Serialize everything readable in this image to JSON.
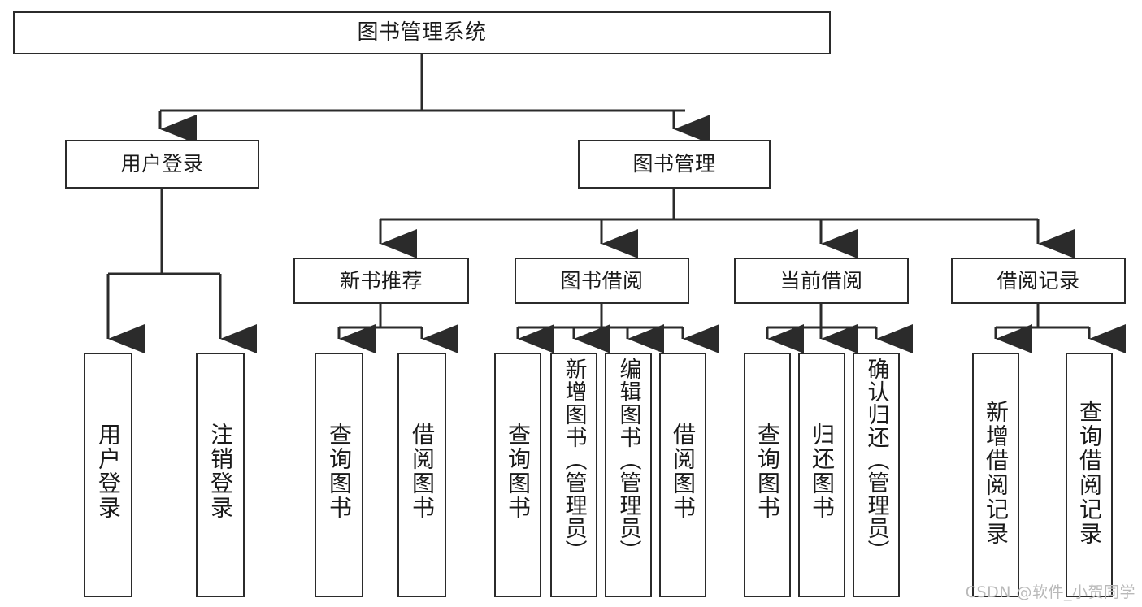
{
  "diagram": {
    "title": "图书管理系统",
    "type": "tree-hierarchy",
    "watermark": "CSDN @软件_小贺同学",
    "colors": {
      "box_border": "#2b2b2b",
      "box_fill": "#ffffff",
      "edge": "#2b2b2b",
      "text": "#1a1a1a",
      "watermark": "#b9b9b9"
    },
    "nodes": {
      "root": {
        "label": "图书管理系统"
      },
      "level1": [
        {
          "id": "user-login",
          "label": "用户登录"
        },
        {
          "id": "book-manage",
          "label": "图书管理"
        }
      ],
      "level2": [
        {
          "id": "new-book-recommend",
          "label": "新书推荐"
        },
        {
          "id": "book-borrow",
          "label": "图书借阅"
        },
        {
          "id": "current-borrow",
          "label": "当前借阅"
        },
        {
          "id": "borrow-record",
          "label": "借阅记录"
        }
      ],
      "leaves": {
        "user_login": [
          {
            "id": "leaf-user-login",
            "label": "用户登录"
          },
          {
            "id": "leaf-logout",
            "label": "注销登录"
          }
        ],
        "new_book_recommend": [
          {
            "id": "leaf-query-book-1",
            "label": "查询图书"
          },
          {
            "id": "leaf-borrow-book-1",
            "label": "借阅图书"
          }
        ],
        "book_borrow": [
          {
            "id": "leaf-query-book-2",
            "label": "查询图书"
          },
          {
            "id": "leaf-add-book",
            "label": "新增图书（管理员）"
          },
          {
            "id": "leaf-edit-book",
            "label": "编辑图书（管理员）"
          },
          {
            "id": "leaf-borrow-book-2",
            "label": "借阅图书"
          }
        ],
        "current_borrow": [
          {
            "id": "leaf-query-book-3",
            "label": "查询图书"
          },
          {
            "id": "leaf-return-book",
            "label": "归还图书"
          },
          {
            "id": "leaf-confirm-return",
            "label": "确认归还（管理员）"
          }
        ],
        "borrow_record": [
          {
            "id": "leaf-add-record",
            "label": "新增借阅记录"
          },
          {
            "id": "leaf-query-record",
            "label": "查询借阅记录"
          }
        ]
      }
    }
  }
}
